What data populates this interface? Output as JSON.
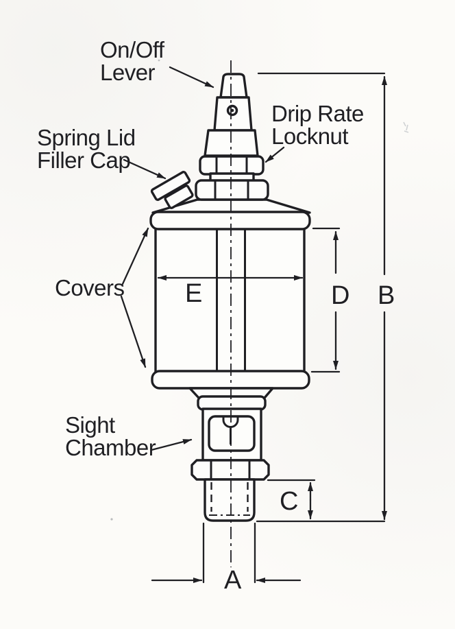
{
  "labels": {
    "on_off_lever": {
      "line1": "On/Off",
      "line2": "Lever"
    },
    "drip_rate_locknut": {
      "line1": "Drip Rate",
      "line2": "Locknut"
    },
    "spring_lid_filler_cap": {
      "line1": "Spring Lid",
      "line2": "Filler Cap"
    },
    "covers": "Covers",
    "sight_chamber": {
      "line1": "Sight",
      "line2": "Chamber"
    }
  },
  "dimensions": {
    "a": "A",
    "b": "B",
    "c": "C",
    "d": "D",
    "e": "E"
  },
  "colors": {
    "ink": "#1f1f23",
    "paper": "#fcfbf8"
  }
}
